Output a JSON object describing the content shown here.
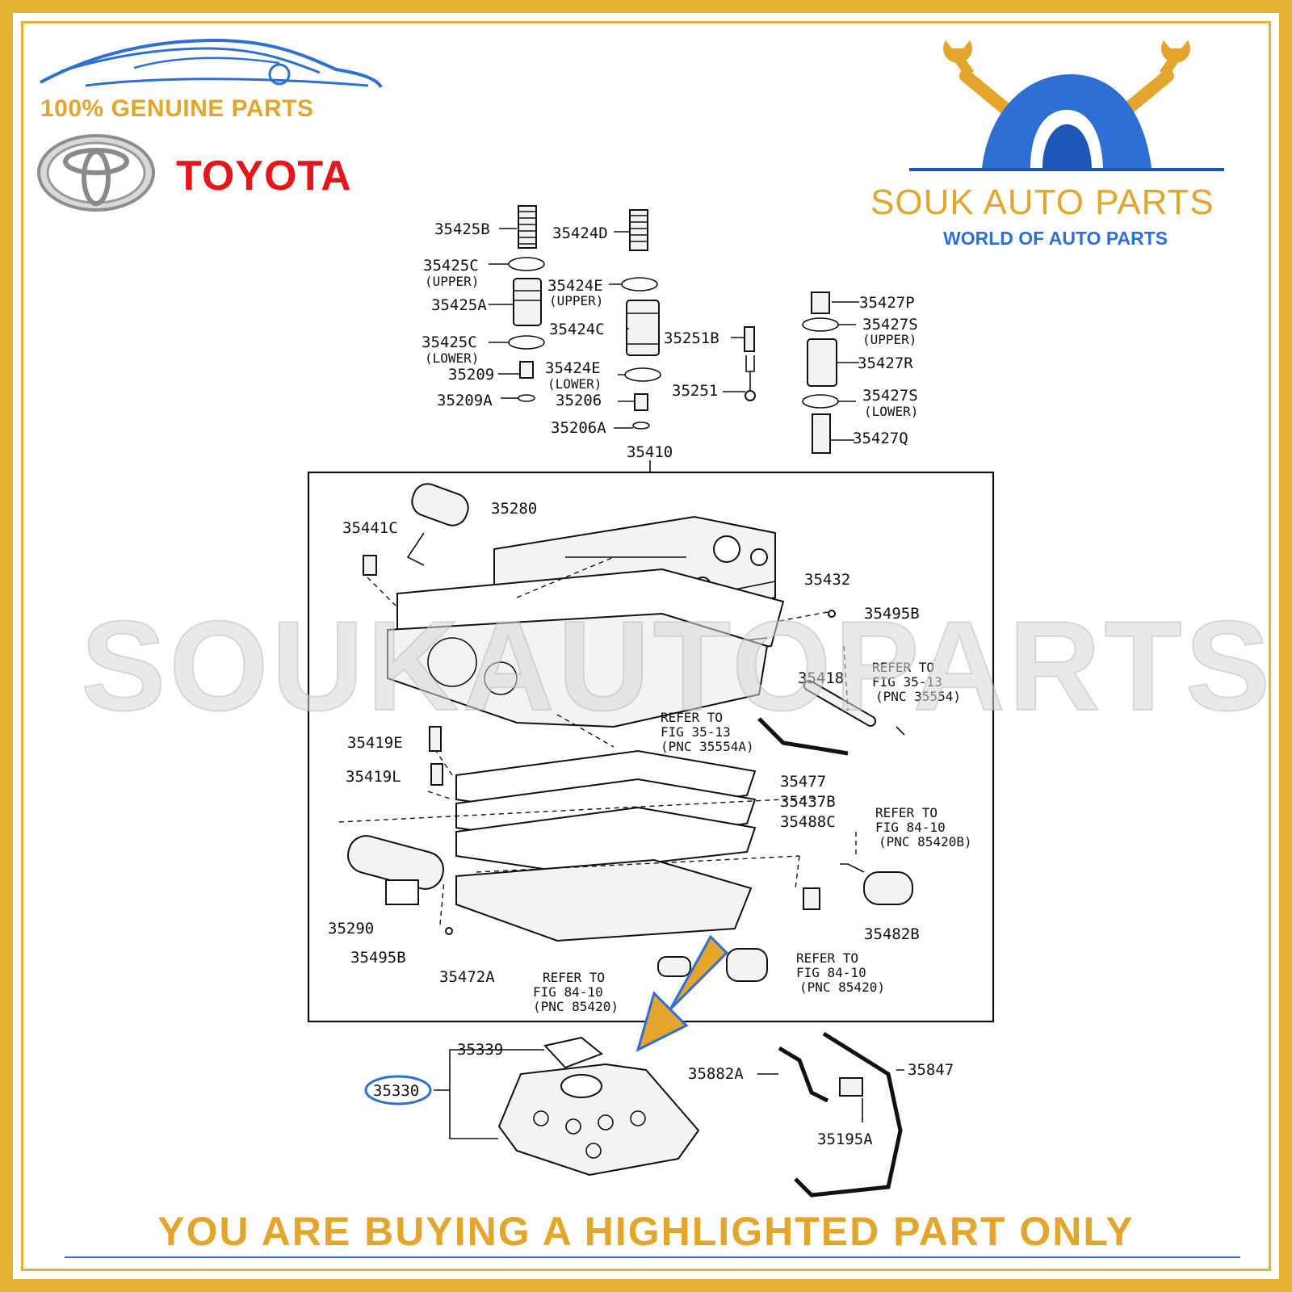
{
  "branding": {
    "genuine_text": "100% GENUINE PARTS",
    "toyota_text": "TOYOTA",
    "shop_name": "SOUK AUTO PARTS",
    "shop_tagline": "WORLD OF AUTO PARTS",
    "watermark": "SOUKAUTOPARTS"
  },
  "notice": "YOU ARE BUYING A HIGHLIGHTED PART ONLY",
  "highlighted_part": "35330",
  "colors": {
    "frame": "#e6b335",
    "accent_gold": "#e3a52c",
    "toyota_red": "#e4161c",
    "brand_blue": "#2e6fd4",
    "highlight_arrow": "#e3a52c"
  },
  "labels": {
    "l35425B": "35425B",
    "l35424D": "35424D",
    "l35425C_u": "35425C",
    "l35425C_u2": "(UPPER)",
    "l35424E_u": "35424E",
    "l35424E_u2": "(UPPER)",
    "l35425A": "35425A",
    "l35424C": "35424C",
    "l35251B": "35251B",
    "l35425C_l": "35425C",
    "l35425C_l2": "(LOWER)",
    "l35209": "35209",
    "l35424E_l": "35424E",
    "l35424E_l2": "(LOWER)",
    "l35251": "35251",
    "l35209A": "35209A",
    "l35206": "35206",
    "l35206A": "35206A",
    "l35427P": "35427P",
    "l35427S_u": "35427S",
    "l35427S_u2": "(UPPER)",
    "l35427R": "35427R",
    "l35427S_l": "35427S",
    "l35427S_l2": "(LOWER)",
    "l35427Q": "35427Q",
    "l35410": "35410",
    "l35280": "35280",
    "l35441C": "35441C",
    "l35432": "35432",
    "l35495B_a": "35495B",
    "l35418": "35418",
    "ref_a1": "REFER TO",
    "ref_a2": "FIG 35-13",
    "ref_a3": "(PNC 35554)",
    "ref_b1": "REFER TO",
    "ref_b2": "FIG 35-13",
    "ref_b3": "(PNC 35554A)",
    "l35419E": "35419E",
    "l35419L": "35419L",
    "l35477": "35477",
    "l35437B": "35437B",
    "l35488C": "35488C",
    "ref_c1": "REFER TO",
    "ref_c2": "FIG 84-10",
    "ref_c3": "(PNC 85420B)",
    "l35290": "35290",
    "l35482B": "35482B",
    "l35495B_b": "35495B",
    "l35472A": "35472A",
    "ref_d1": "REFER TO",
    "ref_d2": "FIG 84-10",
    "ref_d3": "(PNC 85420)",
    "ref_e1": "REFER TO",
    "ref_e2": "FIG 84-10",
    "ref_e3": "(PNC 85420)",
    "l35339": "35339",
    "l35330": "35330",
    "l35882A": "35882A",
    "l35847": "35847",
    "l35195A": "35195A"
  }
}
